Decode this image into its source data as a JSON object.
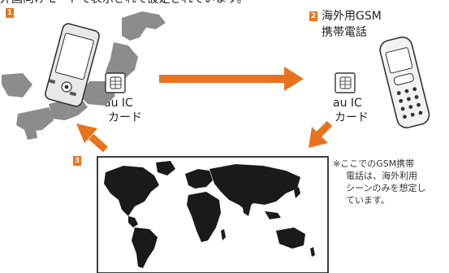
{
  "header": {
    "cut_text": "外国向けモードで表示されて設定されています。"
  },
  "steps": {
    "step1": {
      "badge": "1"
    },
    "step2": {
      "badge": "2",
      "phone_caption_line1": "海外用GSM",
      "phone_caption_line2": "携帯電話"
    },
    "step3": {
      "badge": "3"
    }
  },
  "cards": {
    "left_line1": "au IC",
    "left_line2": "カード",
    "right_line1": "au IC",
    "right_line2": "カード"
  },
  "note": {
    "line1": "※ここでのGSM携帯",
    "line2": "電話は、海外利用",
    "line3": "シーンのみを想定し",
    "line4": "ています。"
  },
  "colors": {
    "accent": "#e8731e",
    "map_land": "#1a1a1a",
    "japan_map": "#8c8c8c"
  }
}
